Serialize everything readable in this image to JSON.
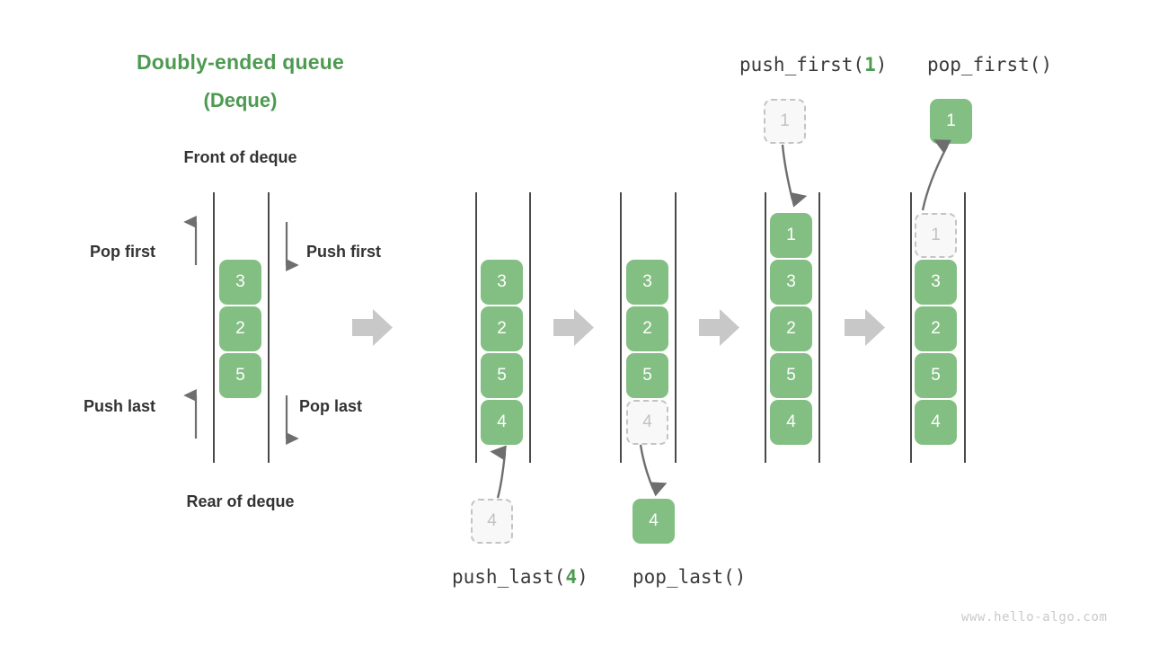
{
  "title": {
    "line1": "Doubly-ended queue",
    "line2": "(Deque)"
  },
  "labels": {
    "front": "Front of deque",
    "rear": "Rear of deque",
    "pop_first": "Pop first",
    "push_first": "Push first",
    "push_last": "Push last",
    "pop_last": "Pop last"
  },
  "captions": {
    "push_first": {
      "prefix": "push_first(",
      "arg": "1",
      "suffix": ")"
    },
    "pop_first": {
      "prefix": "pop_first(",
      "arg": "",
      "suffix": ")"
    },
    "push_last": {
      "prefix": "push_last(",
      "arg": "4",
      "suffix": ")"
    },
    "pop_last": {
      "prefix": "pop_last(",
      "arg": "",
      "suffix": ")"
    }
  },
  "colors": {
    "accent_green": "#4d9a51",
    "cell_green": "#83bf83",
    "ghost_border": "#c4c4c4",
    "ghost_fill": "#f8f8f8",
    "ghost_text": "#c2c2c2",
    "rail": "#4a4a4a",
    "arrow_gray": "#6e6e6e",
    "transition_arrow": "#c8c8c8",
    "text_dark": "#333333",
    "watermark": "#c9c9c9"
  },
  "columns": [
    {
      "id": "initial",
      "cells": [
        {
          "value": "3",
          "state": "filled"
        },
        {
          "value": "2",
          "state": "filled"
        },
        {
          "value": "5",
          "state": "filled"
        }
      ]
    },
    {
      "id": "after-push-last",
      "cells": [
        {
          "value": "3",
          "state": "filled"
        },
        {
          "value": "2",
          "state": "filled"
        },
        {
          "value": "5",
          "state": "filled"
        },
        {
          "value": "4",
          "state": "filled"
        }
      ],
      "external": {
        "value": "4",
        "state": "ghost",
        "position": "below"
      }
    },
    {
      "id": "after-pop-last",
      "cells": [
        {
          "value": "3",
          "state": "filled"
        },
        {
          "value": "2",
          "state": "filled"
        },
        {
          "value": "5",
          "state": "filled"
        },
        {
          "value": "4",
          "state": "ghost"
        }
      ],
      "external": {
        "value": "4",
        "state": "filled",
        "position": "below"
      }
    },
    {
      "id": "after-push-first",
      "cells": [
        {
          "value": "1",
          "state": "filled"
        },
        {
          "value": "3",
          "state": "filled"
        },
        {
          "value": "2",
          "state": "filled"
        },
        {
          "value": "5",
          "state": "filled"
        },
        {
          "value": "4",
          "state": "filled"
        }
      ],
      "external": {
        "value": "1",
        "state": "ghost",
        "position": "above"
      }
    },
    {
      "id": "after-pop-first",
      "cells": [
        {
          "value": "1",
          "state": "ghost"
        },
        {
          "value": "3",
          "state": "filled"
        },
        {
          "value": "2",
          "state": "filled"
        },
        {
          "value": "5",
          "state": "filled"
        },
        {
          "value": "4",
          "state": "filled"
        }
      ],
      "external": {
        "value": "1",
        "state": "filled",
        "position": "above"
      }
    }
  ],
  "watermark": "www.hello-algo.com"
}
